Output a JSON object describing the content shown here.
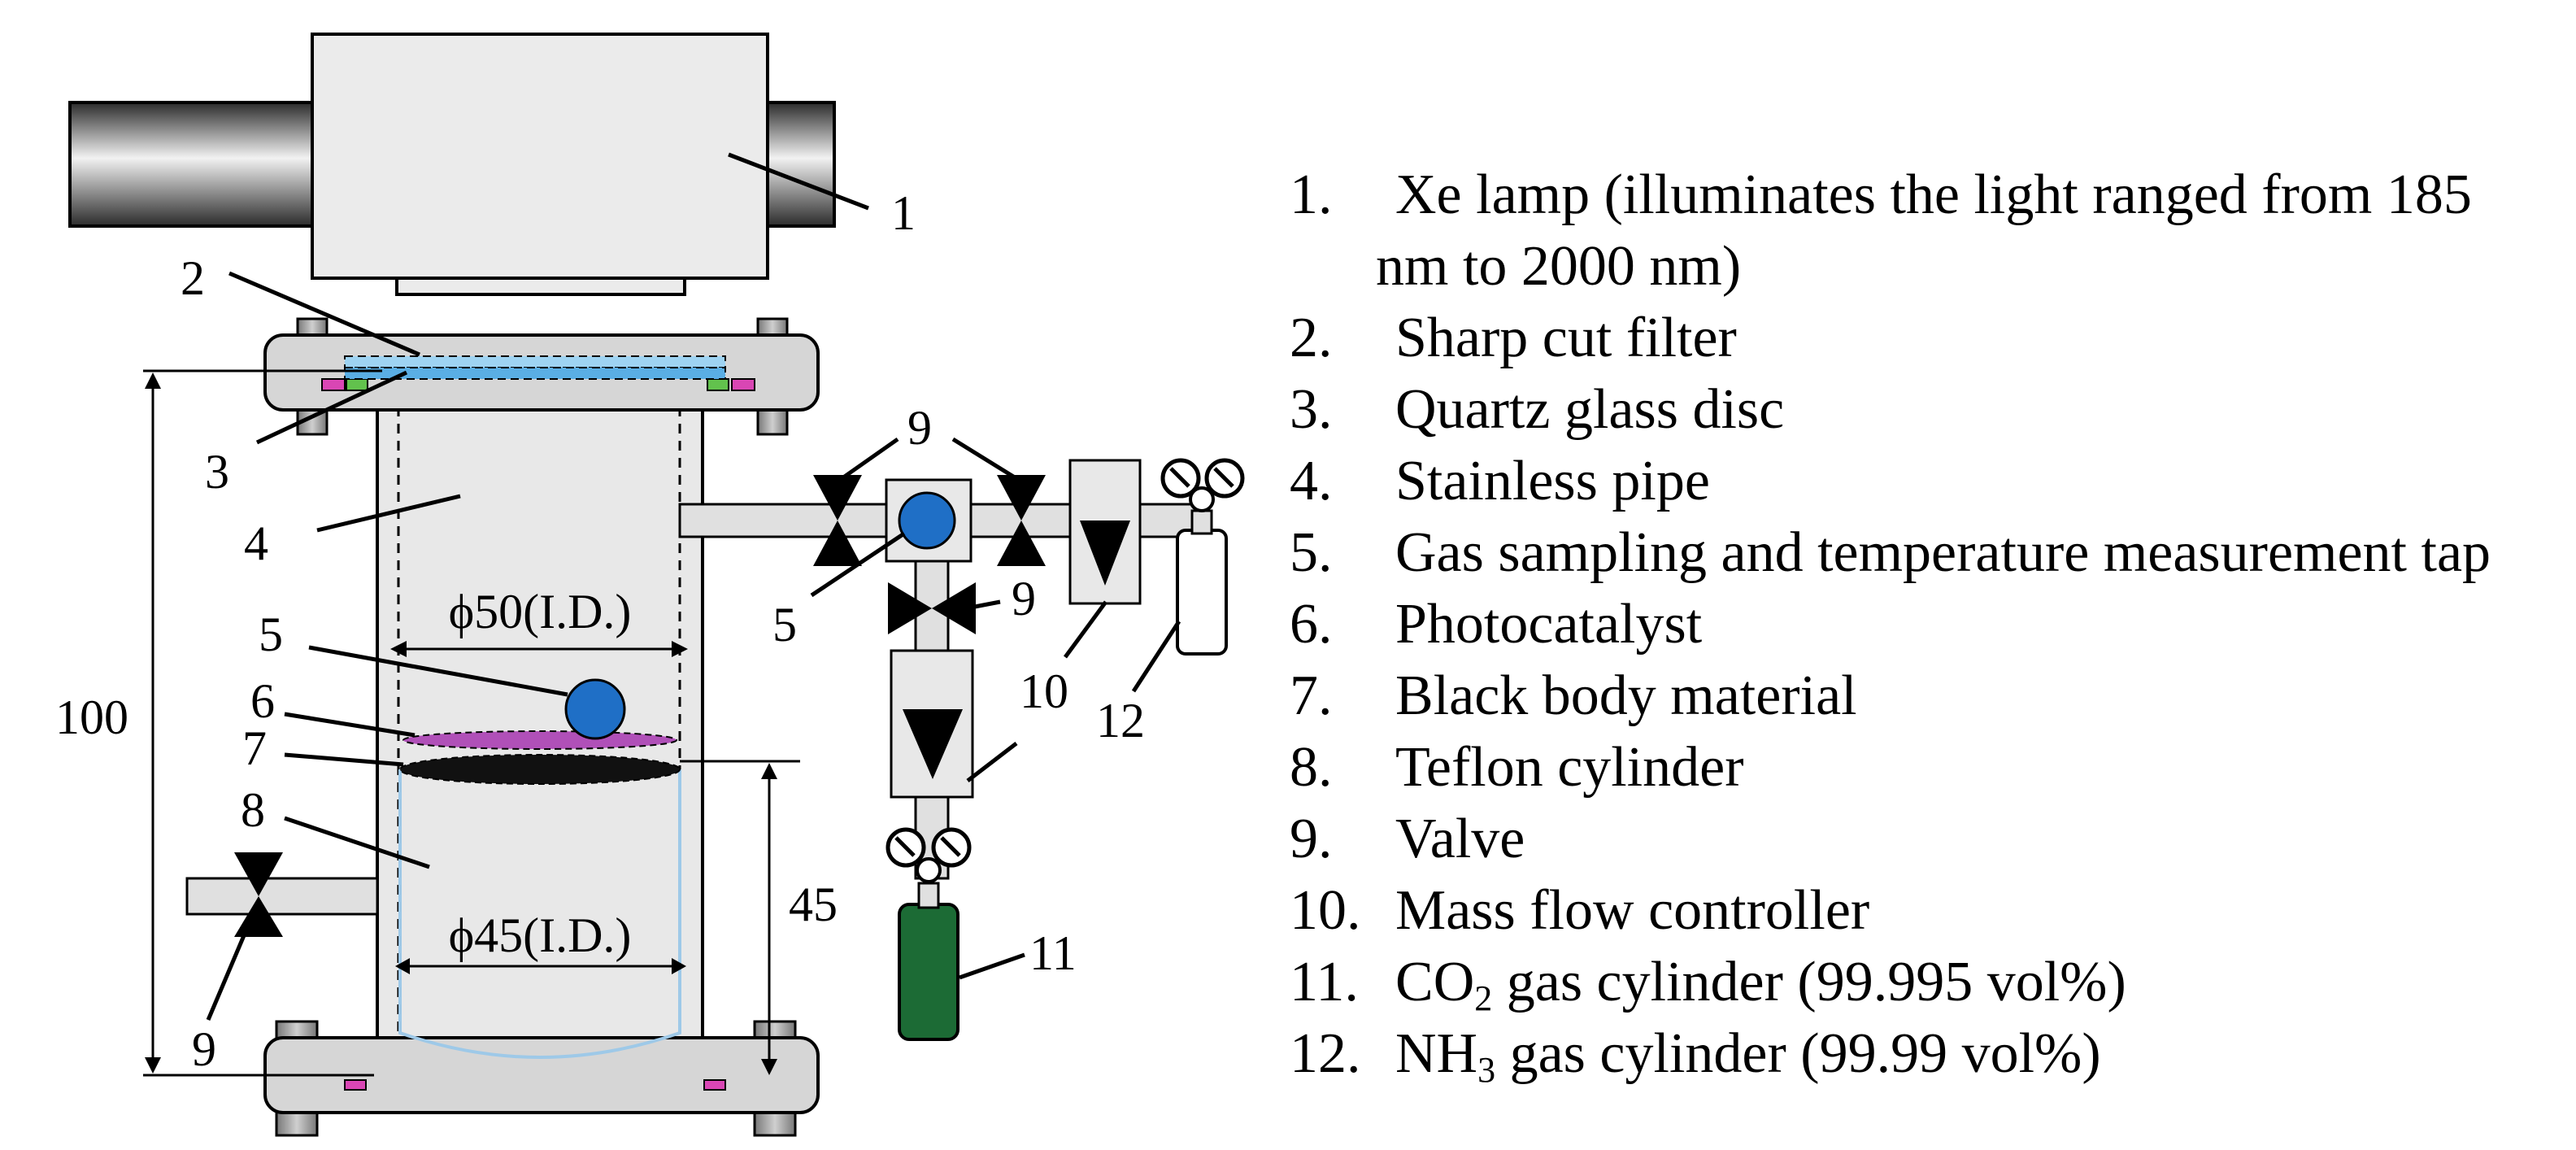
{
  "callouts": {
    "c1": "1",
    "c2": "2",
    "c3": "3",
    "c4": "4",
    "c5a": "5",
    "c5b": "5",
    "c6": "6",
    "c7": "7",
    "c8": "8",
    "c9a": "9",
    "c9b": "9",
    "c9c": "9",
    "c10": "10",
    "c11": "11",
    "c12": "12"
  },
  "dimensions": {
    "height_total": "100",
    "height_cylinder": "45",
    "pipe_id": "ϕ50(I.D.)",
    "cylinder_id": "ϕ45(I.D.)"
  },
  "legend": [
    {
      "num": "1.",
      "text": "Xe lamp (illuminates the light ranged from 185",
      "cont": "nm to 2000 nm)"
    },
    {
      "num": "2.",
      "text": "Sharp cut filter"
    },
    {
      "num": "3.",
      "text": "Quartz glass disc"
    },
    {
      "num": "4.",
      "text": "Stainless pipe"
    },
    {
      "num": "5.",
      "text": "Gas sampling and temperature measurement tap"
    },
    {
      "num": "6.",
      "text": "Photocatalyst"
    },
    {
      "num": "7.",
      "text": "Black body material"
    },
    {
      "num": "8.",
      "text": "Teflon cylinder"
    },
    {
      "num": "9.",
      "text": "Valve"
    },
    {
      "num": "10.",
      "text": "Mass flow controller"
    },
    {
      "num": "11.",
      "pre": "CO",
      "sub": "2",
      "post": " gas  cylinder (99.995 vol%)"
    },
    {
      "num": "12.",
      "pre": "NH",
      "sub": "3",
      "post": " gas cylinder (99.99 vol%)"
    }
  ],
  "colors": {
    "tap_blue": "#1f6fc6",
    "filter_blue": "#9ed3f2",
    "photocatalyst": "#b050b8",
    "co2_cylinder": "#1c6b35",
    "gasket_pink": "#d946b4",
    "gasket_green": "#62c24d"
  }
}
